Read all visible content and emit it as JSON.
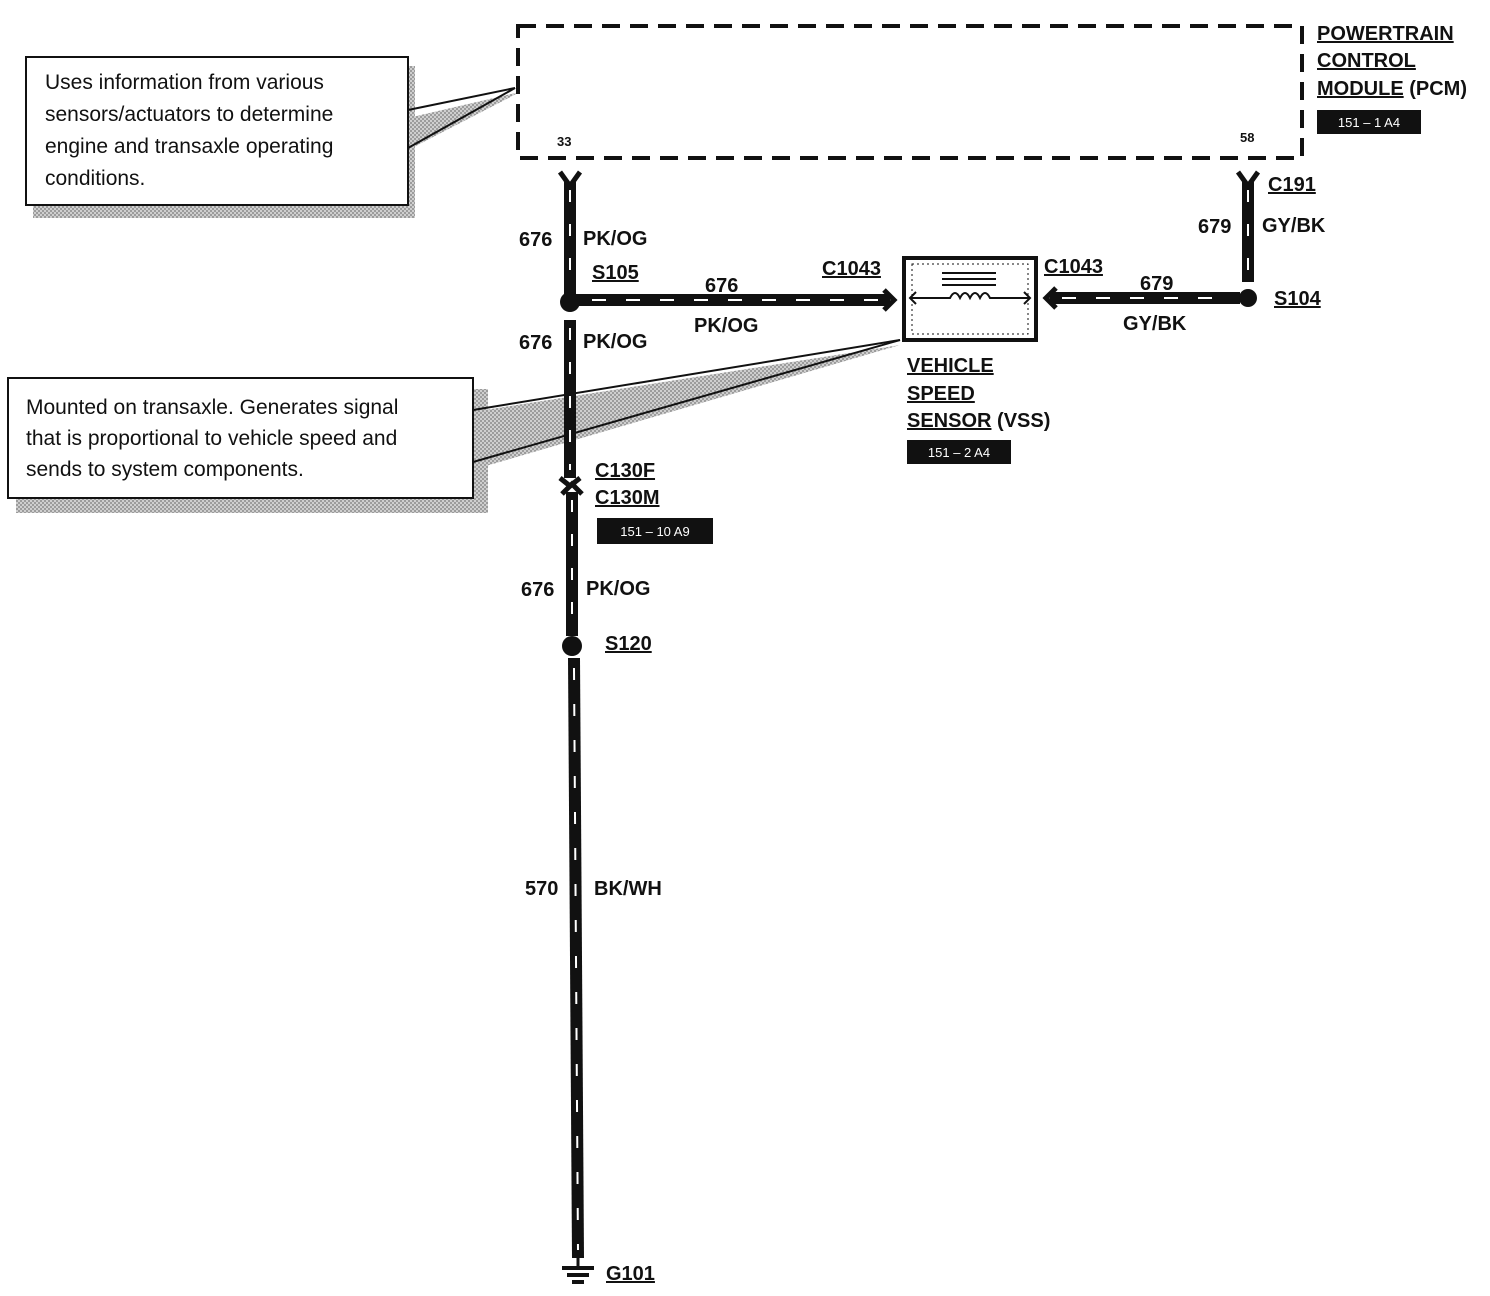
{
  "callouts": {
    "pcm": {
      "lines": [
        "Uses information from various",
        "sensors/actuators to determine",
        "engine and transaxle operating",
        "conditions."
      ]
    },
    "vss": {
      "lines": [
        "Mounted on transaxle. Generates signal",
        "that is proportional to vehicle speed and",
        "sends to system components."
      ]
    }
  },
  "pcm": {
    "name_lines": [
      "POWERTRAIN",
      "CONTROL",
      "MODULE"
    ],
    "suffix": "(PCM)",
    "ref": "151 – 1 A4",
    "pin_left": "33",
    "pin_right": "58"
  },
  "vss": {
    "name_lines": [
      "VEHICLE",
      "SPEED",
      "SENSOR"
    ],
    "suffix": "(VSS)",
    "ref": "151 – 2 A4"
  },
  "connectors": {
    "c191": "C191",
    "c1043_left": "C1043",
    "c1043_right": "C1043",
    "c130f": "C130F",
    "c130m": "C130M",
    "c130_ref": "151 – 10 A9"
  },
  "splices": {
    "s105": "S105",
    "s104": "S104",
    "s120": "S120"
  },
  "ground": {
    "g101": "G101"
  },
  "wires": {
    "w676_top": {
      "circuit": "676",
      "color": "PK/OG"
    },
    "w676_horiz": {
      "circuit": "676",
      "color": "PK/OG"
    },
    "w676_mid": {
      "circuit": "676",
      "color": "PK/OG"
    },
    "w676_low": {
      "circuit": "676",
      "color": "PK/OG"
    },
    "w679_vert": {
      "circuit": "679",
      "color": "GY/BK"
    },
    "w679_horiz": {
      "circuit": "679",
      "color": "GY/BK"
    },
    "w570": {
      "circuit": "570",
      "color": "BK/WH"
    }
  }
}
